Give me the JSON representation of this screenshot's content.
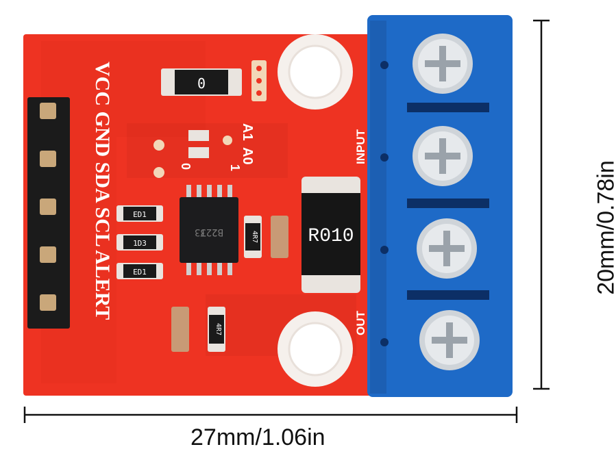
{
  "board": {
    "silkscreen_header": "VCC GND SDA SCL ALERT",
    "pin_labels": [
      "VCC",
      "GND",
      "SDA",
      "SCL",
      "ALERT"
    ],
    "address_labels": {
      "a1": "A1",
      "a0": "A0",
      "one": "1",
      "zero": "0"
    },
    "shunt_resistor_text": "R010",
    "ic_text": [
      "B2 T3",
      "223"
    ],
    "terminal_labels": {
      "input": "INPUT",
      "output": "OUT"
    },
    "smd_small": [
      "1D3",
      "ED1",
      "ED1",
      "4R7",
      "4R7"
    ],
    "top_resistor_text": "0"
  },
  "dimensions": {
    "width": "27mm/1.06in",
    "height": "20mm/0.78in"
  },
  "colors": {
    "pcb": "#ee3322",
    "pcb_dark": "#d42a1c",
    "terminal_block": "#1e6ac7",
    "screw": "#d8dce0",
    "silkscreen": "#ffffff",
    "header": "#1b1b1b",
    "pin": "#c9a77a"
  }
}
